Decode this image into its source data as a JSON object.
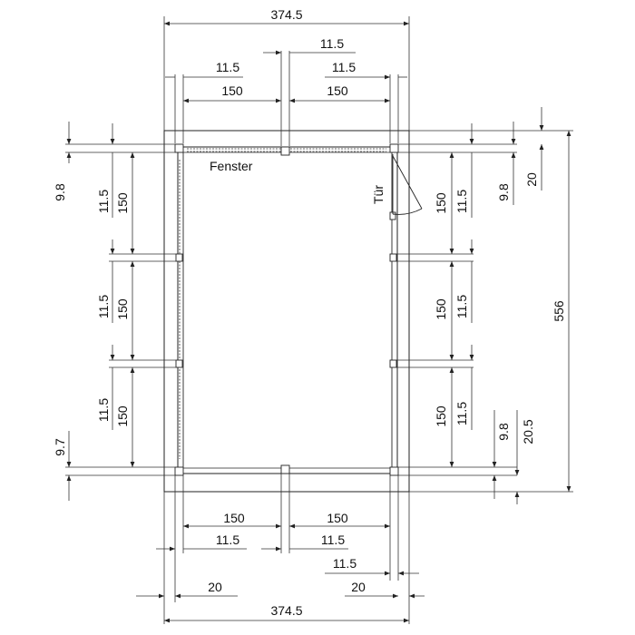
{
  "drawing": {
    "line_color": "#222222",
    "labels": {
      "window": "Fenster",
      "door": "Tür"
    }
  },
  "dimensions": {
    "top": {
      "overall": "374.5",
      "post_center": "11.5",
      "post_left": "11.5",
      "post_right": "11.5",
      "span_left": "150",
      "span_right": "150"
    },
    "bottom": {
      "span_left": "150",
      "span_right": "150",
      "post_left": "11.5",
      "post_center": "11.5",
      "post_right": "11.5",
      "overhang_left": "20",
      "overhang_right": "20",
      "overall": "374.5"
    },
    "left": {
      "overhang_top": "9.8",
      "overhang_bottom": "9.7",
      "rows": [
        {
          "post": "11.5",
          "span": "150"
        },
        {
          "post": "11.5",
          "span": "150"
        },
        {
          "post": "11.5",
          "span": "150"
        }
      ]
    },
    "right": {
      "overall": "556",
      "overhang_top_outer": "20",
      "overhang_top_inner": "9.8",
      "overhang_bottom_outer": "20.5",
      "overhang_bottom_inner": "9.8",
      "rows": [
        {
          "post": "11.5",
          "span": "150"
        },
        {
          "post": "11.5",
          "span": "150"
        },
        {
          "post": "11.5",
          "span": "150"
        }
      ]
    }
  }
}
